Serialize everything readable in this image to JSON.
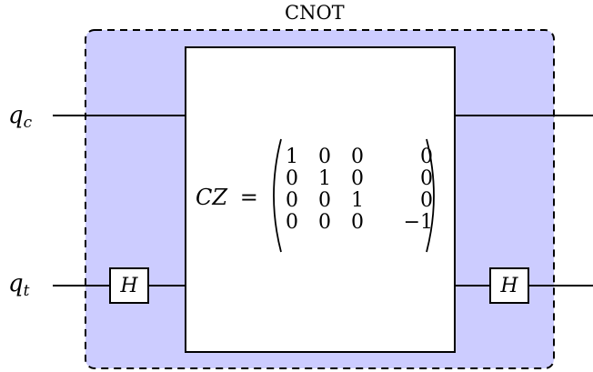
{
  "title": "CNOT",
  "wires": {
    "control": {
      "label": "q",
      "sub": "c"
    },
    "target": {
      "label": "q",
      "sub": "t"
    }
  },
  "gates": {
    "left": "H",
    "right": "H"
  },
  "box": {
    "lhs": "CZ",
    "equals": "=",
    "matrix": [
      [
        "1",
        "0",
        "0",
        "0"
      ],
      [
        "0",
        "1",
        "0",
        "0"
      ],
      [
        "0",
        "0",
        "1",
        "0"
      ],
      [
        "0",
        "0",
        "0",
        "−1"
      ]
    ]
  },
  "colors": {
    "region_fill": "#ccccff",
    "stroke": "#000000"
  }
}
